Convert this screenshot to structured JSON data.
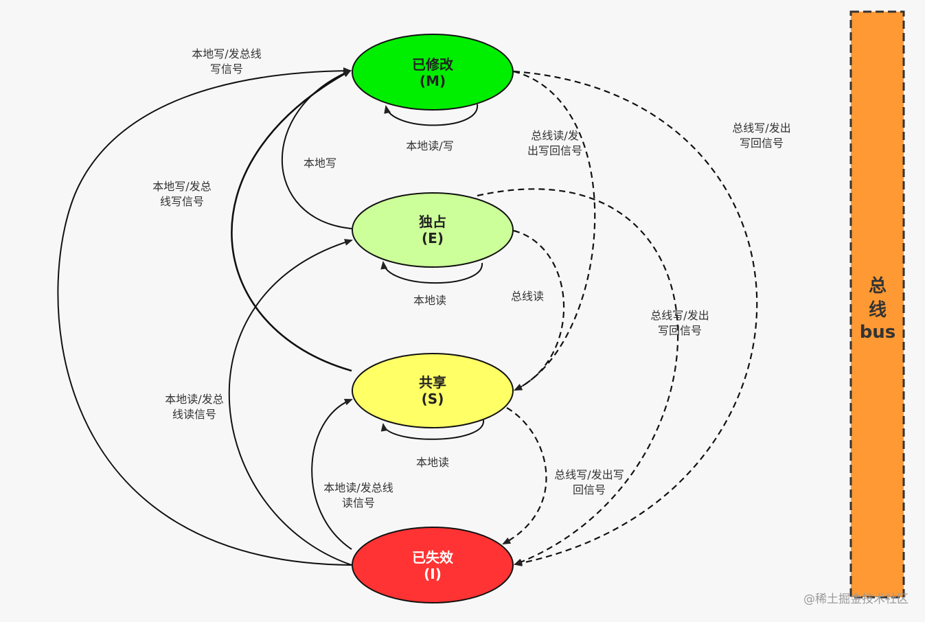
{
  "diagram": {
    "colors": {
      "modified": "#00ee00",
      "exclusive": "#ccff99",
      "shared": "#ffff66",
      "invalid": "#ff3333",
      "bus": "#ff9933",
      "line": "#111111"
    },
    "states": {
      "m": {
        "name": "已修改",
        "code": "(M)"
      },
      "e": {
        "name": "独占",
        "code": "(E)"
      },
      "s": {
        "name": "共享",
        "code": "(S)"
      },
      "i": {
        "name": "已失效",
        "code": "(I)"
      }
    },
    "edges": {
      "i_to_m": [
        "本地写/发总线",
        "写信号"
      ],
      "s_to_m": [
        "本地写/发总",
        "线写信号"
      ],
      "e_to_m": [
        "本地写"
      ],
      "m_self": [
        "本地读/写"
      ],
      "m_to_s": [
        "总线读/发",
        "出写回信号"
      ],
      "m_to_i": [
        "总线写/发出",
        "写回信号"
      ],
      "e_self": [
        "本地读"
      ],
      "e_to_s": [
        "总线读"
      ],
      "e_to_i": [
        "总线写/发出",
        "写回信号"
      ],
      "i_to_e": [
        "本地读/发总",
        "线读信号"
      ],
      "s_self": [
        "本地读"
      ],
      "i_to_s": [
        "本地读/发总线",
        "读信号"
      ],
      "s_to_i": [
        "总线写/发出写",
        "回信号"
      ]
    },
    "bus": {
      "line1": "总",
      "line2": "线",
      "line3": "bus"
    }
  },
  "watermark": "@稀土掘金技术社区"
}
